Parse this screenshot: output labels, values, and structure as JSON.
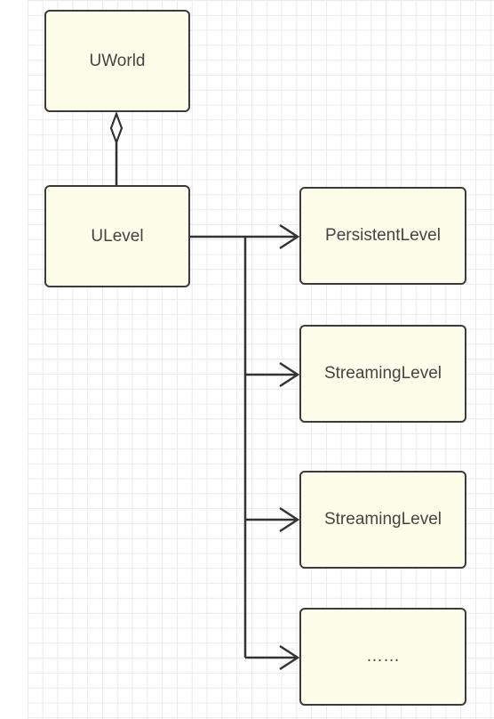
{
  "diagram": {
    "nodes": {
      "uworld": "UWorld",
      "ulevel": "ULevel",
      "persistent_level": "PersistentLevel",
      "streaming_level_1": "StreamingLevel",
      "streaming_level_2": "StreamingLevel",
      "more": "……"
    },
    "edges": [
      {
        "from": "ulevel",
        "to": "uworld",
        "type": "aggregation"
      },
      {
        "from": "ulevel",
        "to": "persistent_level",
        "type": "arrow"
      },
      {
        "from": "ulevel",
        "to": "streaming_level_1",
        "type": "arrow"
      },
      {
        "from": "ulevel",
        "to": "streaming_level_2",
        "type": "arrow"
      },
      {
        "from": "ulevel",
        "to": "more",
        "type": "arrow"
      }
    ],
    "colors": {
      "node_fill": "#fdfde9",
      "node_border": "#3b3b3b",
      "text": "#444444",
      "grid": "#eaeaea"
    }
  }
}
